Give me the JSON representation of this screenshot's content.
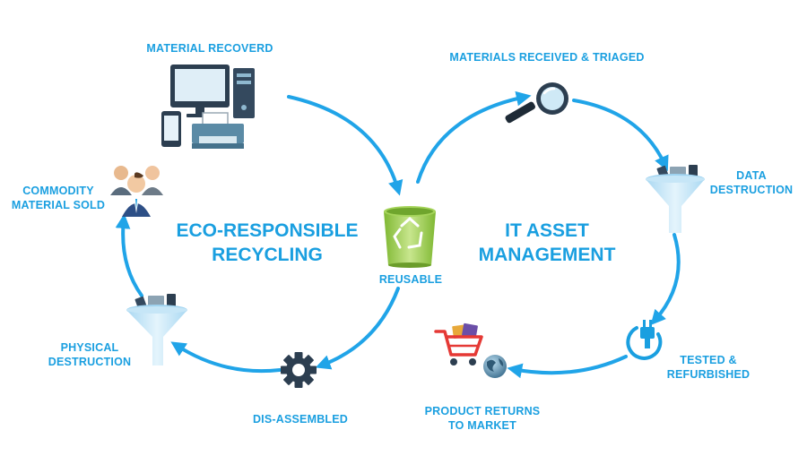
{
  "cycles": {
    "left_title": [
      "ECO-RESPONSIBLE",
      "RECYCLING"
    ],
    "right_title": [
      "IT ASSET",
      "MANAGEMENT"
    ]
  },
  "stages": {
    "material_recovered": {
      "lines": [
        "MATERIAL RECOVERD"
      ],
      "icon": "computer-equipment-icon"
    },
    "commodity_sold": {
      "lines": [
        "COMMODITY",
        "MATERIAL SOLD"
      ],
      "icon": "business-people-icon"
    },
    "physical_destruction": {
      "lines": [
        "PHYSICAL",
        "DESTRUCTION"
      ],
      "icon": "funnel-icon"
    },
    "dis_assembled": {
      "lines": [
        "DIS-ASSEMBLED"
      ],
      "icon": "gear-icon"
    },
    "reusable": {
      "lines": [
        "REUSABLE"
      ],
      "icon": "recycle-bin-icon"
    },
    "materials_received": {
      "lines": [
        "MATERIALS RECEIVED & TRIAGED"
      ],
      "icon": "magnifying-glass-icon"
    },
    "data_destruction": {
      "lines": [
        "DATA",
        "DESTRUCTION"
      ],
      "icon": "funnel-icon"
    },
    "tested_refurbished": {
      "lines": [
        "TESTED &",
        "REFURBISHED"
      ],
      "icon": "power-plug-icon"
    },
    "product_returns": {
      "lines": [
        "PRODUCT RETURNS",
        "TO MARKET"
      ],
      "icon": "shopping-cart-globe-icon"
    }
  },
  "colors": {
    "accent": "#1a9fe0",
    "arrow": "#20a4e8",
    "funnel": "#c6e6f7",
    "dark_steel": "#2c3e50",
    "recycle_green": "#8cc63f"
  }
}
